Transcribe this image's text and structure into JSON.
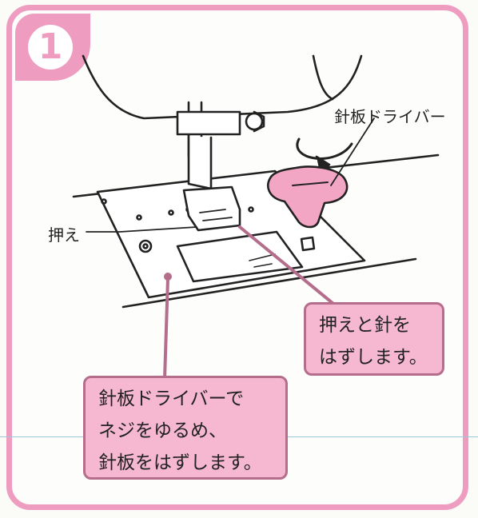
{
  "step": {
    "number": "1"
  },
  "labels": {
    "needle_plate_driver": "針板ドライバー",
    "presser_foot": "押え"
  },
  "callouts": {
    "remove_foot_and_needle": [
      "押えと針を",
      "はずします。"
    ],
    "remove_plate": [
      "針板ドライバーで",
      "ネジをゆるめ、",
      "針板をはずします。"
    ]
  },
  "colors": {
    "accent_pink": "#ee9cbf",
    "callout_fill": "#f5b8d0",
    "callout_border": "#b56d8c",
    "line": "#222222"
  }
}
